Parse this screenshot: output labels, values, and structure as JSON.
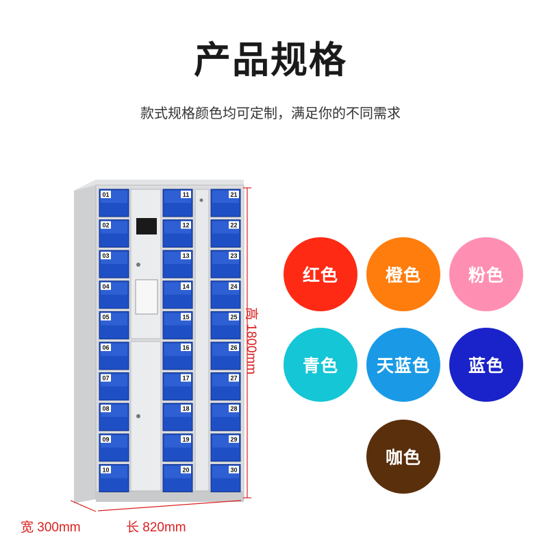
{
  "title": "产品规格",
  "subtitle": "款式规格颜色均可定制，满足你的不同需求",
  "cabinet": {
    "col1_labels": [
      "01",
      "02",
      "03",
      "04",
      "05",
      "06",
      "07",
      "08",
      "09",
      "10"
    ],
    "col2_labels": [
      "11",
      "12",
      "13",
      "14",
      "15",
      "16",
      "17",
      "18",
      "19",
      "20"
    ],
    "col3_labels": [
      "21",
      "22",
      "23",
      "24",
      "25",
      "26",
      "27",
      "28",
      "29",
      "30"
    ]
  },
  "dimensions": {
    "width_label": "宽 300mm",
    "length_label": "长 820mm",
    "height_label": "高 1800mm"
  },
  "colors": [
    {
      "name": "红色",
      "hex": "#ff2a14"
    },
    {
      "name": "橙色",
      "hex": "#ff7d0d"
    },
    {
      "name": "粉色",
      "hex": "#ff8fb2"
    },
    {
      "name": "青色",
      "hex": "#14c6d6"
    },
    {
      "name": "天蓝色",
      "hex": "#1a9ae6"
    },
    {
      "name": "蓝色",
      "hex": "#1a22c9"
    },
    {
      "name": "咖色",
      "hex": "#5a2f0c"
    }
  ]
}
